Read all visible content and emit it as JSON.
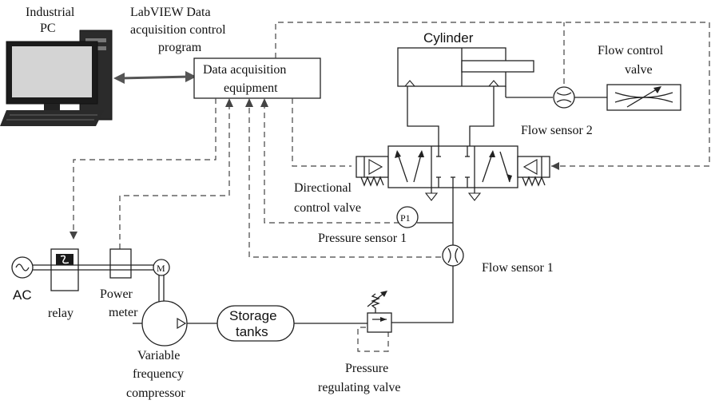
{
  "labels": {
    "industrial_pc_1": "Industrial",
    "industrial_pc_2": "PC",
    "labview_1": "LabVIEW Data",
    "labview_2": "acquisition control",
    "labview_3": "program",
    "daq_1": "Data acquisition",
    "daq_2": "equipment",
    "cylinder": "Cylinder",
    "flow_control_1": "Flow control",
    "flow_control_2": "valve",
    "flow_sensor_2": "Flow sensor 2",
    "directional_1": "Directional",
    "directional_2": "control valve",
    "p1": "P1",
    "pressure_sensor_1": "Pressure sensor 1",
    "flow_sensor_1": "Flow sensor 1",
    "ac": "AC",
    "relay": "relay",
    "power_meter_1": "Power",
    "power_meter_2": "meter",
    "motor": "M",
    "compressor_1": "Variable",
    "compressor_2": "frequency",
    "compressor_3": "compressor",
    "storage_1": "Storage",
    "storage_2": "tanks",
    "regulating_1": "Pressure",
    "regulating_2": "regulating valve"
  }
}
